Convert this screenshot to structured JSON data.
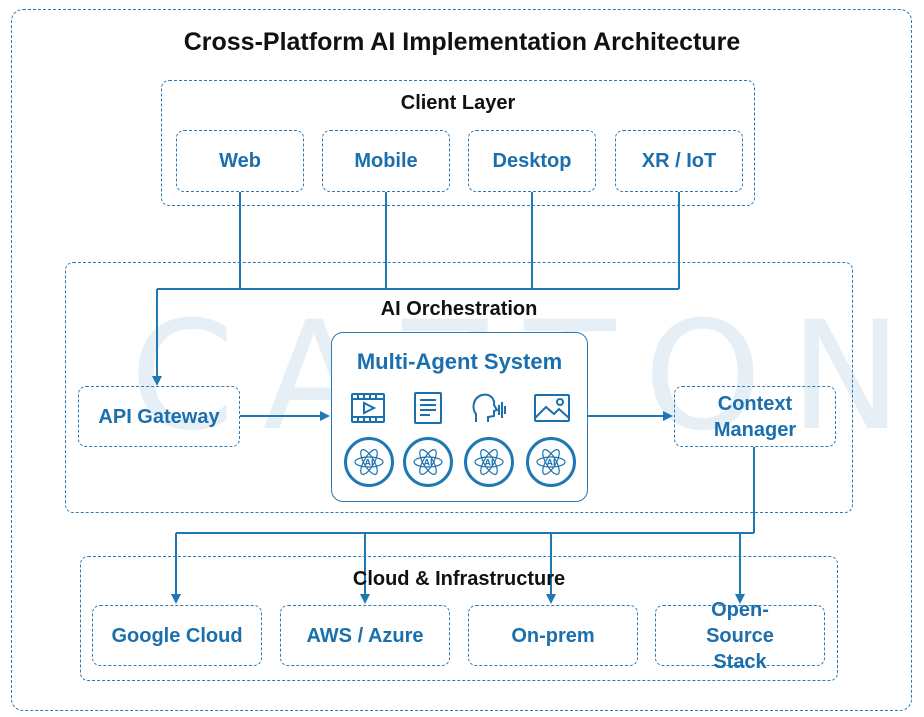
{
  "title": "Cross-Platform AI Implementation Architecture",
  "watermark": "CAZTON",
  "client_layer": {
    "label": "Client Layer",
    "items": [
      "Web",
      "Mobile",
      "Desktop",
      "XR / IoT"
    ]
  },
  "orchestration": {
    "label": "AI Orchestration",
    "api_gateway": "API Gateway",
    "multi_agent": {
      "label": "Multi-Agent System",
      "media_icons": [
        "video-icon",
        "document-icon",
        "voice-icon",
        "image-icon"
      ],
      "agents": [
        "AI",
        "AI",
        "AI",
        "AI"
      ]
    },
    "context_manager": "Context Manager"
  },
  "cloud": {
    "label": "Cloud & Infrastructure",
    "items": [
      "Google Cloud",
      "AWS / Azure",
      "On-prem",
      "Open-Source Stack"
    ]
  },
  "colors": {
    "accent": "#1b6fad",
    "line": "#1f78b4",
    "watermark": "#e6eff6"
  }
}
